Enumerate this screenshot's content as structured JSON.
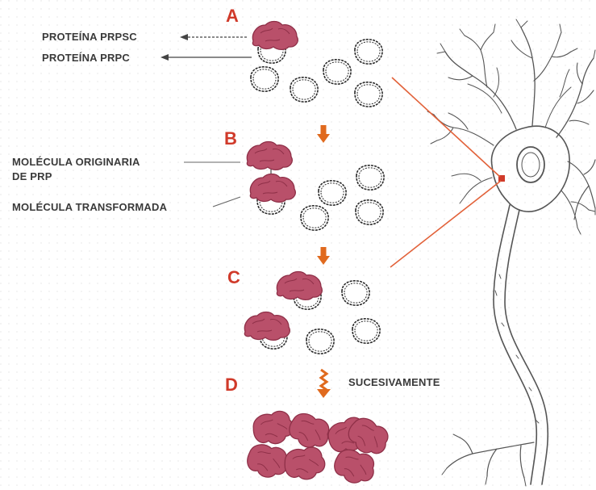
{
  "colors": {
    "accent": "#d03a2a",
    "arrow": "#e06a1e",
    "protein": "#b9506a",
    "protein_dark": "#8f3048",
    "label_text": "#3a3a3a",
    "neuron_line": "#555555"
  },
  "stages": {
    "a": "A",
    "b": "B",
    "c": "C",
    "d": "D"
  },
  "labels": {
    "prpsc": "PROTEÍNA PRPSC",
    "prpc": "PROTEÍNA PRPC",
    "original_line1": "MOLÉCULA ORIGINARIA",
    "original_line2": "DE PRP",
    "transformed": "MOLÉCULA TRANSFORMADA",
    "successively": "SUCESIVAMENTE"
  }
}
